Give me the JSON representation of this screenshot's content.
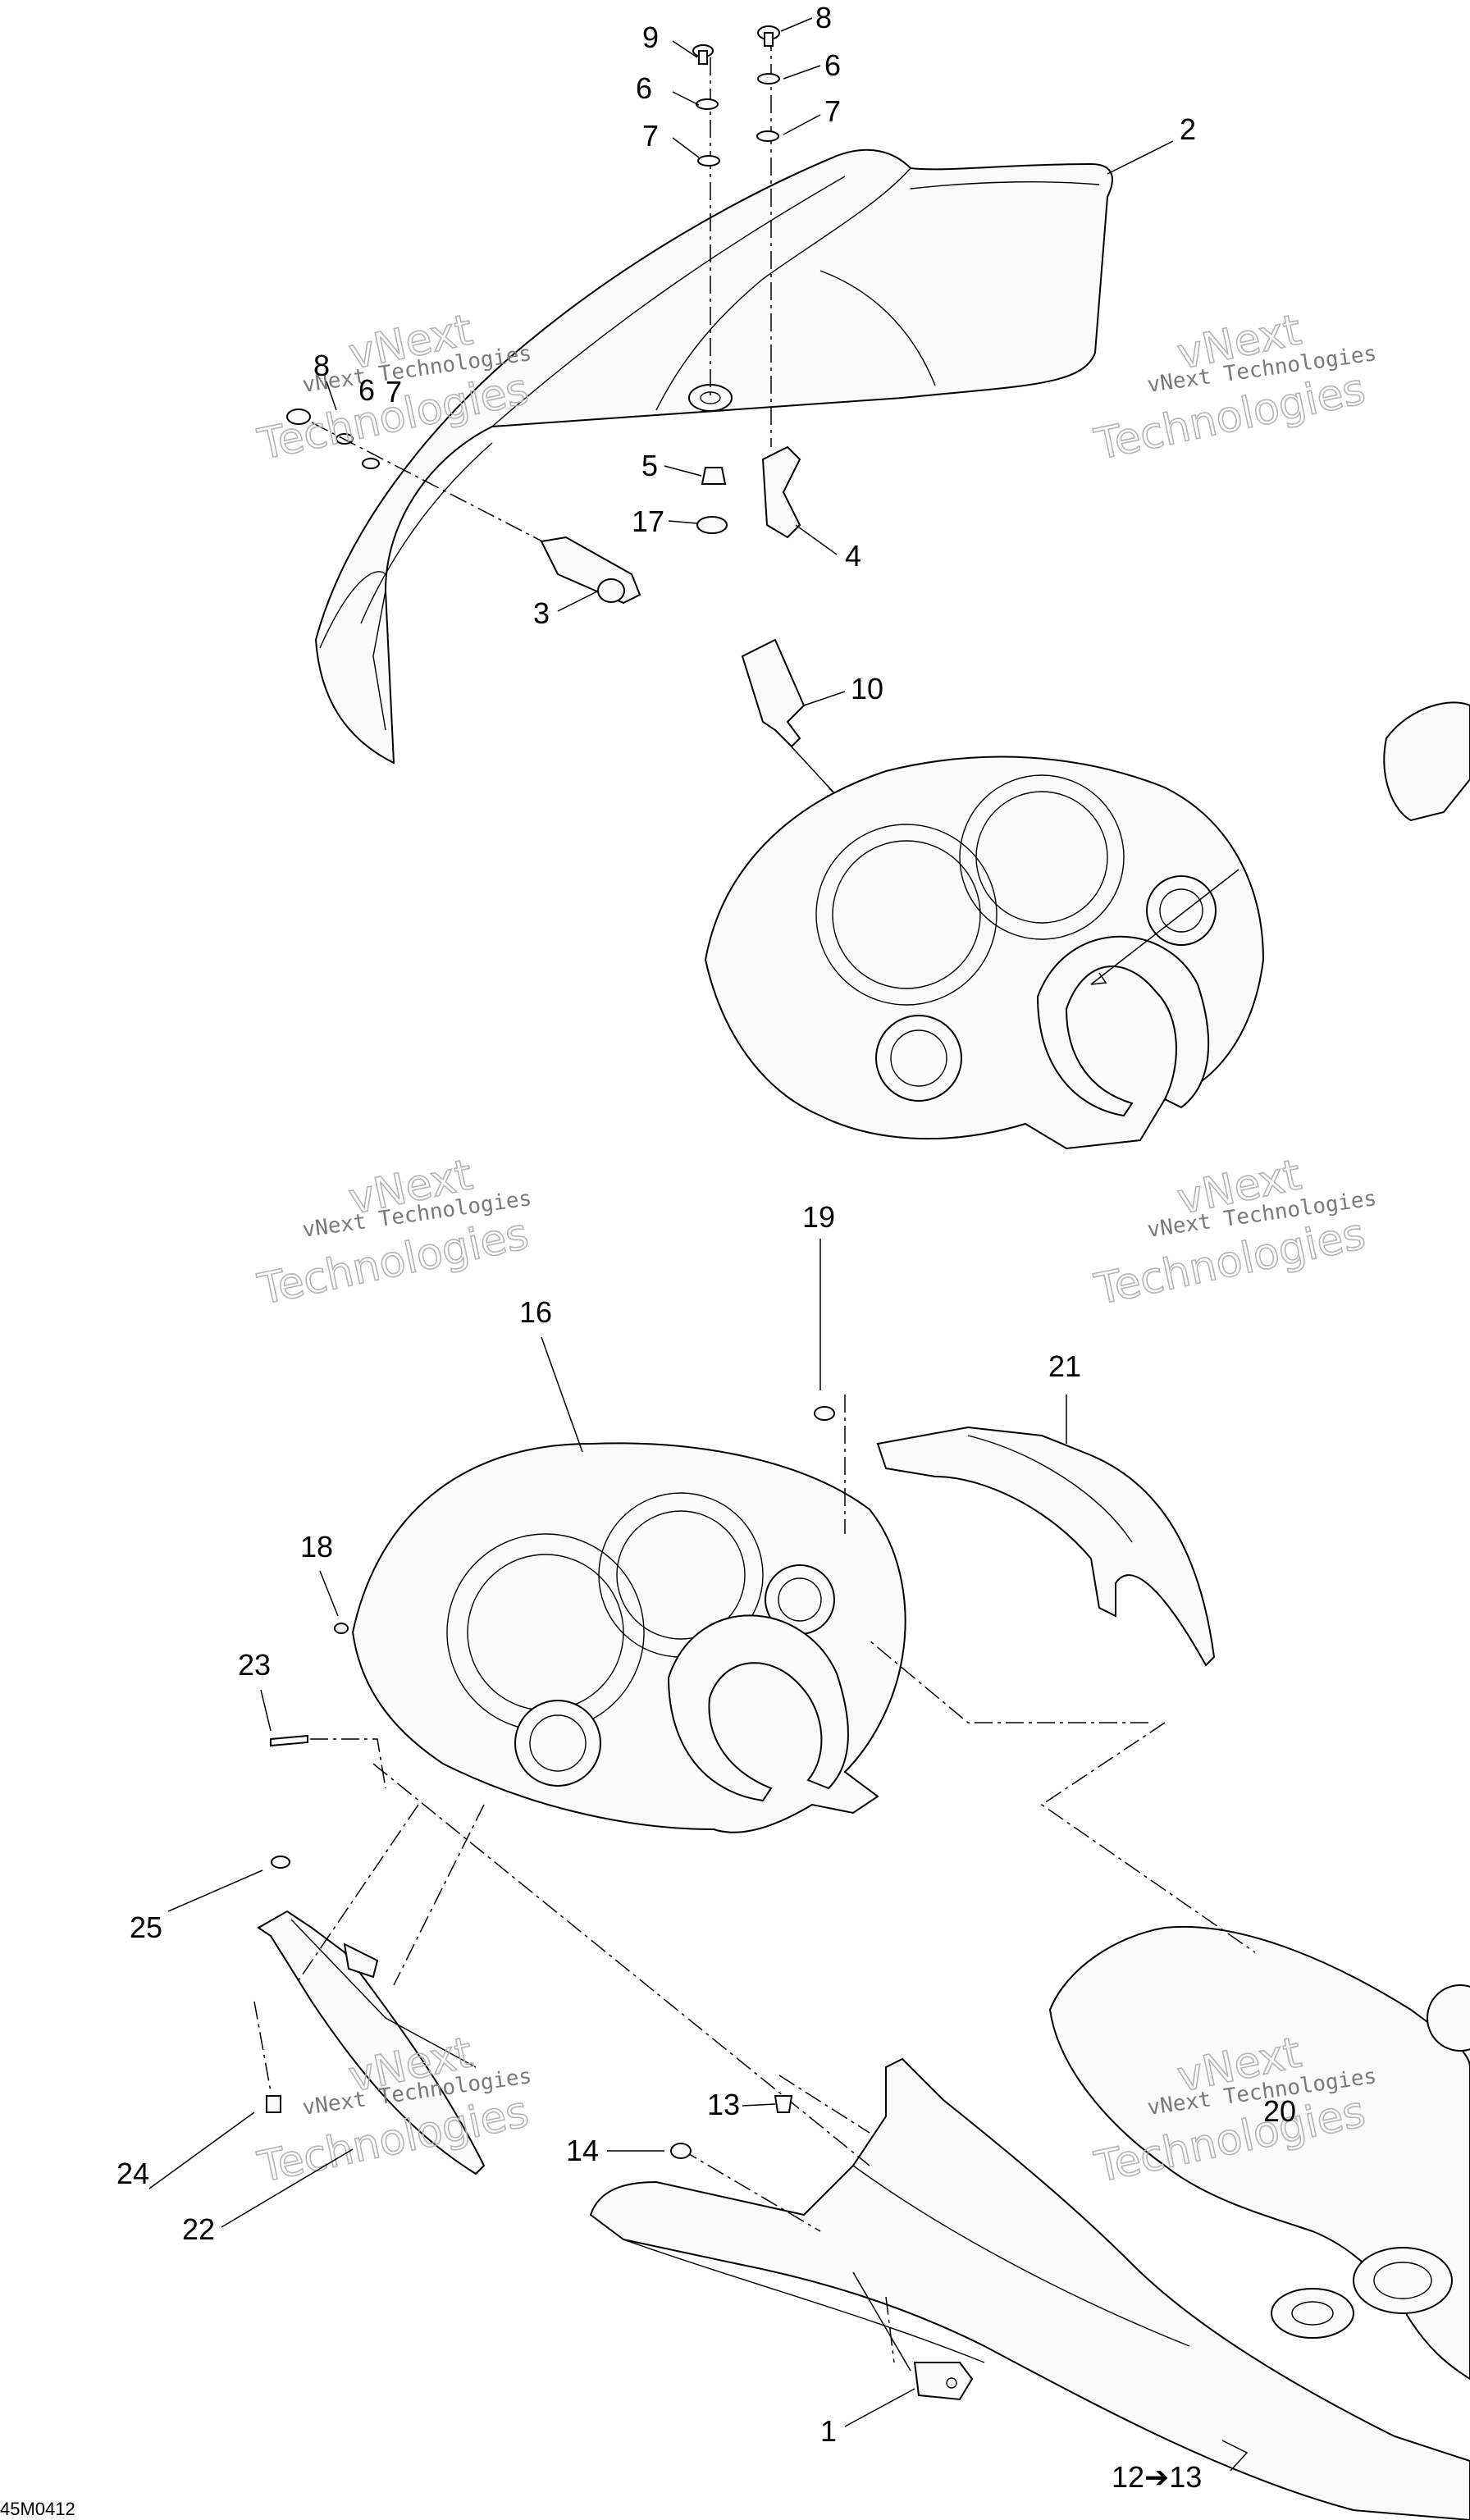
{
  "figure": {
    "reference_code": "45M0412"
  },
  "watermark": {
    "line1": "vNext Technologies",
    "big_word1": "vNext",
    "big_word2": "Technologies"
  },
  "callouts": {
    "c9": "9",
    "c8_top": "8",
    "c6_left": "6",
    "c6_right": "6",
    "c7_left": "7",
    "c7_right": "7",
    "c2": "2",
    "c8_side": "8",
    "c6_side": "6",
    "c7_side": "7",
    "c5": "5",
    "c17": "17",
    "c4": "4",
    "c3": "3",
    "c10": "10",
    "c19": "19",
    "c16": "16",
    "c21": "21",
    "c18": "18",
    "c23": "23",
    "c25": "25",
    "c13": "13",
    "c14": "14",
    "c24": "24",
    "c22": "22",
    "c20": "20",
    "c1": "1",
    "c12_13": "12➔13"
  }
}
